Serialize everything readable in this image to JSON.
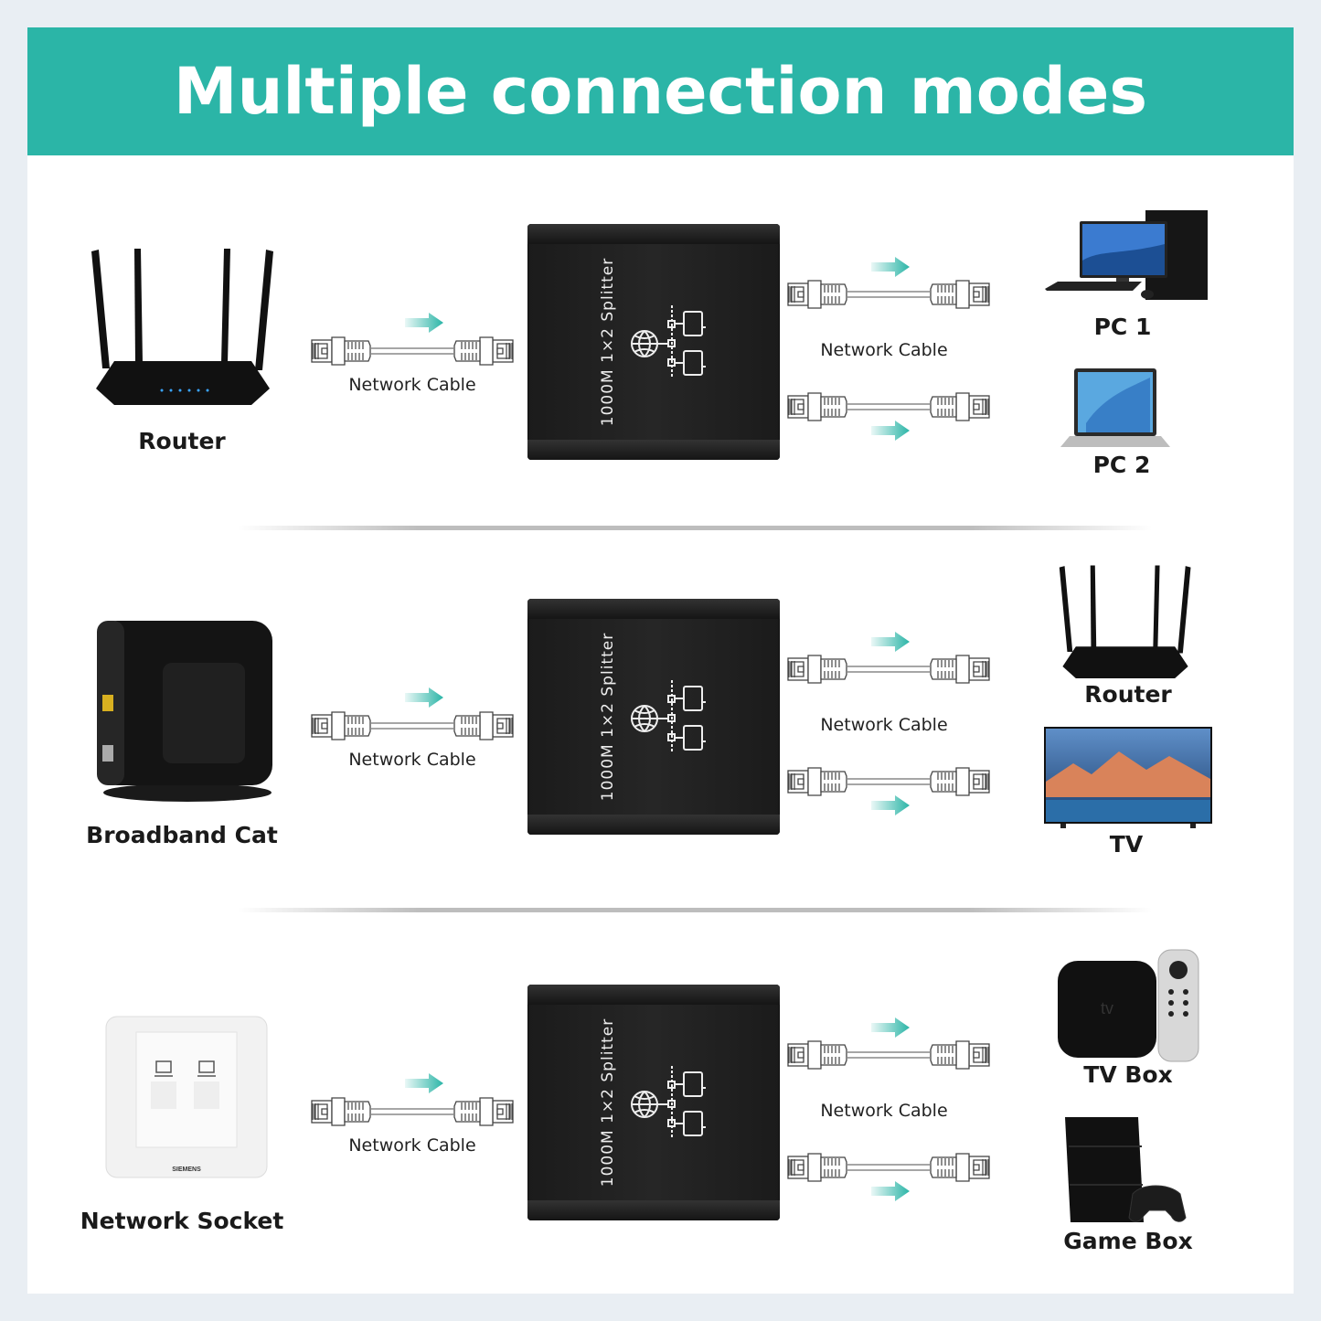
{
  "title": "Multiple connection modes",
  "colors": {
    "accent": "#2bb5a7",
    "splitter": "#1f1f1f",
    "arrow": "#2bb5a7"
  },
  "splitter_label": "1000M 1×2 Splitter",
  "cable_label": "Network Cable",
  "rows": [
    {
      "source": {
        "label": "Router",
        "icon": "router-icon"
      },
      "outputs": [
        {
          "label": "PC 1",
          "icon": "desktop-pc-icon"
        },
        {
          "label": "PC 2",
          "icon": "laptop-icon"
        }
      ]
    },
    {
      "source": {
        "label": "Broadband Cat",
        "icon": "modem-icon"
      },
      "outputs": [
        {
          "label": "Router",
          "icon": "router-icon"
        },
        {
          "label": "TV",
          "icon": "tv-icon"
        }
      ]
    },
    {
      "source": {
        "label": "Network Socket",
        "icon": "wall-socket-icon"
      },
      "outputs": [
        {
          "label": "TV Box",
          "icon": "tv-box-icon"
        },
        {
          "label": "Game Box",
          "icon": "game-console-icon"
        }
      ]
    }
  ]
}
